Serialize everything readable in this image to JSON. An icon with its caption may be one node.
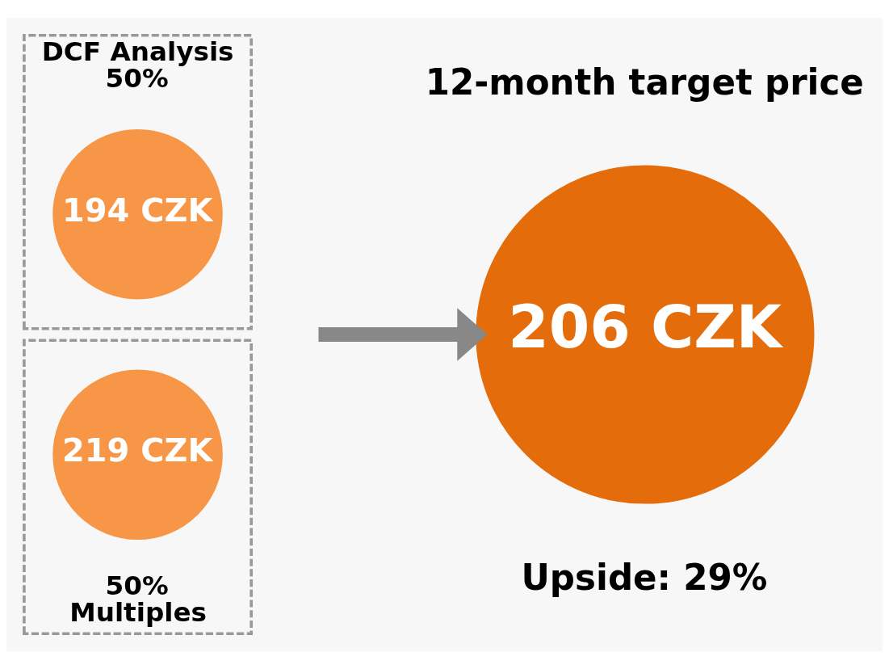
{
  "diagram": {
    "nodes": [
      {
        "text": [
          "DCF Analysis",
          "50%"
        ]
      },
      {
        "text": [
          "194 CZK"
        ],
        "in": 0
      },
      {
        "text": [
          "50%",
          "Multiples"
        ]
      },
      {
        "text": [
          "219 CZK"
        ],
        "in": 2
      },
      {
        "text": [
          "206 CZK"
        ],
        "beside": [
          "12-month target price",
          "Upside: 29%"
        ]
      }
    ],
    "edges": [
      {
        "from": null,
        "to": 4,
        "arrow": "to"
      }
    ]
  }
}
